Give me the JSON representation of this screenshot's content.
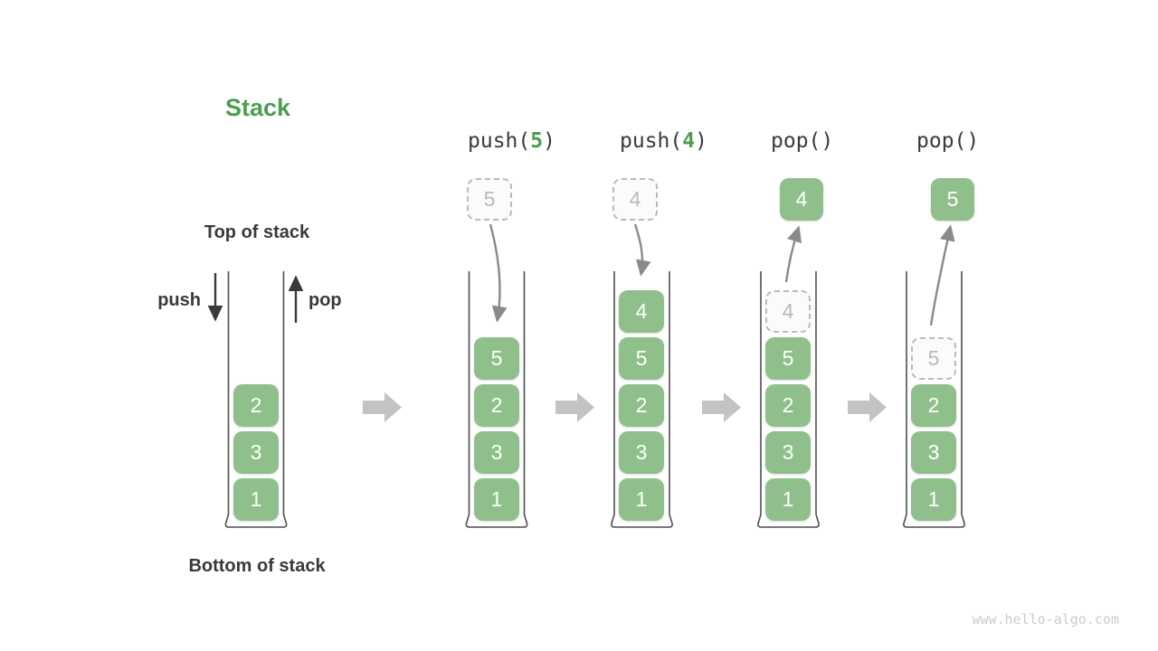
{
  "page": {
    "title": "Stack",
    "watermark": "www.hello-algo.com"
  },
  "colors": {
    "green_accent": "#4C9E4F",
    "green_box": "#8FC08B",
    "ghost_border": "#BBBBBB",
    "ghost_text": "#B9B9B9",
    "arrow_gray": "#8A8A8A",
    "block_arrow": "#C3C3C3",
    "text_dark": "#3A3A3A",
    "container_stroke": "#4F4F4F",
    "watermark": "#CBCBCB"
  },
  "icons": {
    "stage_arrow": "right-block-arrow",
    "push_arrow": "down-arrow",
    "pop_arrow": "up-arrow",
    "push_flow": "curved-down-arrow",
    "pop_flow": "curved-up-arrow"
  },
  "initial_stack": {
    "top_label": "Top of stack",
    "bottom_label": "Bottom of stack",
    "push_label": "push",
    "pop_label": "pop",
    "cells": [
      "2",
      "3",
      "1"
    ]
  },
  "stages": [
    {
      "op_pre": "push(",
      "op_arg": "5",
      "op_post": ")",
      "float": {
        "value": "5",
        "ghost": true
      },
      "cells": [
        {
          "value": "5",
          "ghost": false
        },
        {
          "value": "2",
          "ghost": false
        },
        {
          "value": "3",
          "ghost": false
        },
        {
          "value": "1",
          "ghost": false
        }
      ]
    },
    {
      "op_pre": "push(",
      "op_arg": "4",
      "op_post": ")",
      "float": {
        "value": "4",
        "ghost": true
      },
      "cells": [
        {
          "value": "4",
          "ghost": false
        },
        {
          "value": "5",
          "ghost": false
        },
        {
          "value": "2",
          "ghost": false
        },
        {
          "value": "3",
          "ghost": false
        },
        {
          "value": "1",
          "ghost": false
        }
      ]
    },
    {
      "op_pre": "pop()",
      "op_arg": "",
      "op_post": "",
      "float": {
        "value": "4",
        "ghost": false
      },
      "cells": [
        {
          "value": "4",
          "ghost": true
        },
        {
          "value": "5",
          "ghost": false
        },
        {
          "value": "2",
          "ghost": false
        },
        {
          "value": "3",
          "ghost": false
        },
        {
          "value": "1",
          "ghost": false
        }
      ]
    },
    {
      "op_pre": "pop()",
      "op_arg": "",
      "op_post": "",
      "float": {
        "value": "5",
        "ghost": false
      },
      "cells": [
        {
          "value": "5",
          "ghost": true
        },
        {
          "value": "2",
          "ghost": false
        },
        {
          "value": "3",
          "ghost": false
        },
        {
          "value": "1",
          "ghost": false
        }
      ]
    }
  ]
}
